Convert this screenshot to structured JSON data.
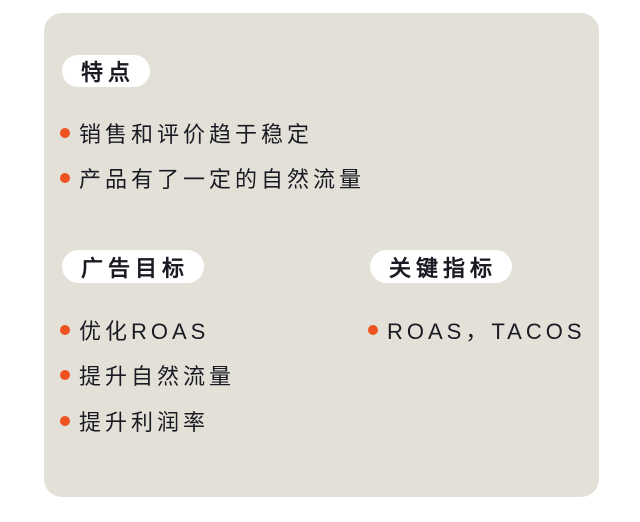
{
  "colors": {
    "page_background": "#ffffff",
    "card_background": "#e3e0d7",
    "badge_background": "#ffffff",
    "bullet_accent": "#ee5220",
    "text": "#1a1a23"
  },
  "card": {
    "sections": [
      {
        "badge": "特点",
        "items": [
          "销售和评价趋于稳定",
          "产品有了一定的自然流量"
        ]
      },
      {
        "badge": "广告目标",
        "items": [
          "优化ROAS",
          "提升自然流量",
          "提升利润率"
        ]
      },
      {
        "badge": "关键指标",
        "items": [
          "ROAS，TACOS"
        ]
      }
    ]
  }
}
